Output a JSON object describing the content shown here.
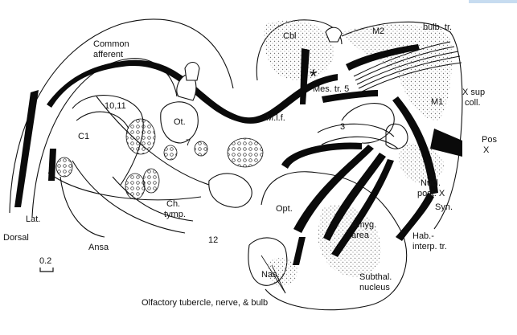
{
  "labels": {
    "common": "Common",
    "afferent": "afferent",
    "cbl": "Cbl",
    "m2": "M2",
    "bulb_tr": "bulb. tr.",
    "asterisk": "*",
    "mes_tr5": "Mes. tr. 5",
    "x_sup": "X sup",
    "coll": "coll.",
    "m1": "M1",
    "n10_11": "10,11",
    "c1": "C1",
    "ot": "Ot.",
    "mlf": "M.l.f.",
    "n3": "3",
    "n7": "7",
    "pos": "Pos",
    "x_pos": "X",
    "nucl": "Nucl.",
    "post_x": "post. X",
    "syn": "Syn.",
    "ch": "Ch.",
    "tymp": "tymp.",
    "opt": "Opt.",
    "amyg": "Amyg.",
    "area": "area",
    "lat": "Lat.",
    "dorsal": "Dorsal",
    "ansa": "Ansa",
    "n12": "12",
    "hab": "Hab.-",
    "interp_tr": "interp. tr.",
    "scale": "0.2",
    "nas": "Nas.",
    "subthal": "Subthal.",
    "nucleus": "nucleus",
    "olfactory": "Olfactory tubercle,  nerve, & bulb"
  }
}
